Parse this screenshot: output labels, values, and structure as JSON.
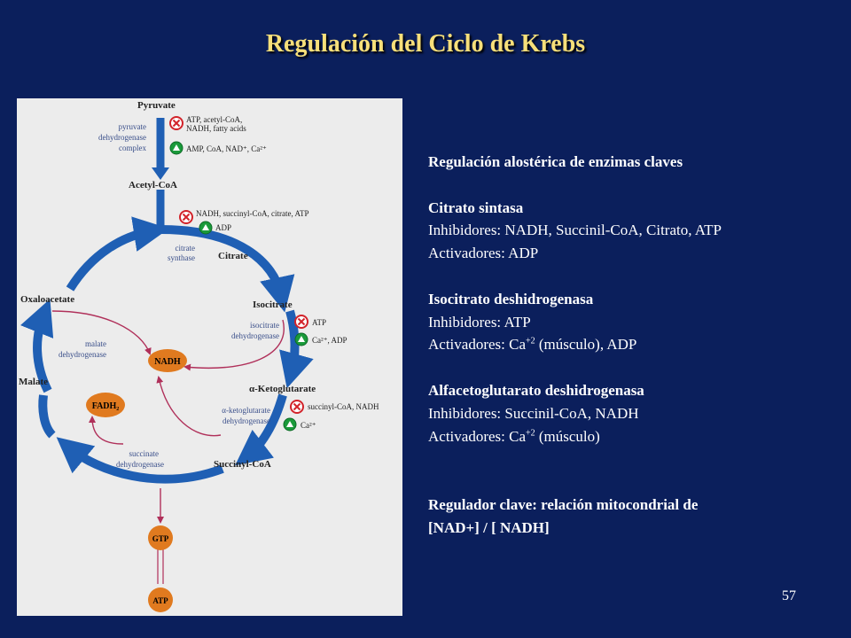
{
  "title": "Regulación del Ciclo de Krebs",
  "diagram": {
    "pyruvate": "Pyruvate",
    "pdh_complex": [
      "pyruvate",
      "dehydrogenase",
      "complex"
    ],
    "pdh_inhibitors": [
      "ATP, acetyl-CoA,",
      "NADH, fatty acids"
    ],
    "pdh_activators": "AMP, CoA, NAD⁺, Ca²⁺",
    "acetyl_coa": "Acetyl-CoA",
    "cs_inhibitors": "NADH, succinyl-CoA, citrate, ATP",
    "cs_activators": "ADP",
    "citrate_synthase": [
      "citrate",
      "synthase"
    ],
    "citrate": "Citrate",
    "oxaloacetate": "Oxaloacetate",
    "isocitrate": "Isocitrate",
    "idh_inhibitors": "ATP",
    "idh_activators": "Ca²⁺, ADP",
    "idh_enzyme": [
      "isocitrate",
      "dehydrogenase"
    ],
    "malate_dh": [
      "malate",
      "dehydrogenase"
    ],
    "nadh": "NADH",
    "malate": "Malate",
    "akg": "α-Ketoglutarate",
    "fadh2": "FADH₂",
    "akgdh_enzyme": [
      "α-ketoglutarate",
      "dehydrogenase"
    ],
    "akgdh_inhibitors": "succinyl-CoA, NADH",
    "akgdh_activators": "Ca²⁺",
    "succinate_dh": [
      "succinate",
      "dehydrogenase"
    ],
    "succinyl_coa": "Succinyl-CoA",
    "gtp": "GTP",
    "atp": "ATP"
  },
  "notes": {
    "heading": "Regulación alostérica de enzimas claves",
    "cs_title": "Citrato sintasa",
    "cs_inhib": "Inhibidores:  NADH, Succinil-CoA, Citrato, ATP",
    "cs_activ": "Activadores: ADP",
    "idh_title": "Isocitrato deshidrogenasa",
    "idh_inhib": "Inhibidores:  ATP",
    "idh_activ_pre": "Activadores: Ca",
    "idh_activ_sup": "+2",
    "idh_activ_post": " (músculo), ADP",
    "akg_title": "Alfacetoglutarato deshidrogenasa",
    "akg_inhib": "Inhibidores:  Succinil-CoA, NADH",
    "akg_activ_pre": "Activadores: Ca",
    "akg_activ_sup": "+2",
    "akg_activ_post": " (músculo)",
    "key_line1": "Regulador clave: relación mitocondrial de",
    "key_line2": "[NAD+]  / [ NADH]"
  },
  "page_number": "57",
  "colors": {
    "background": "#0b1f5c",
    "title": "#f7df7a",
    "cycle_arrow": "#1f5fb4",
    "inhibit": "#d2232a",
    "activate": "#1a9a3a",
    "cofactor": "#e07a1f",
    "product_arrow": "#b0305a"
  }
}
